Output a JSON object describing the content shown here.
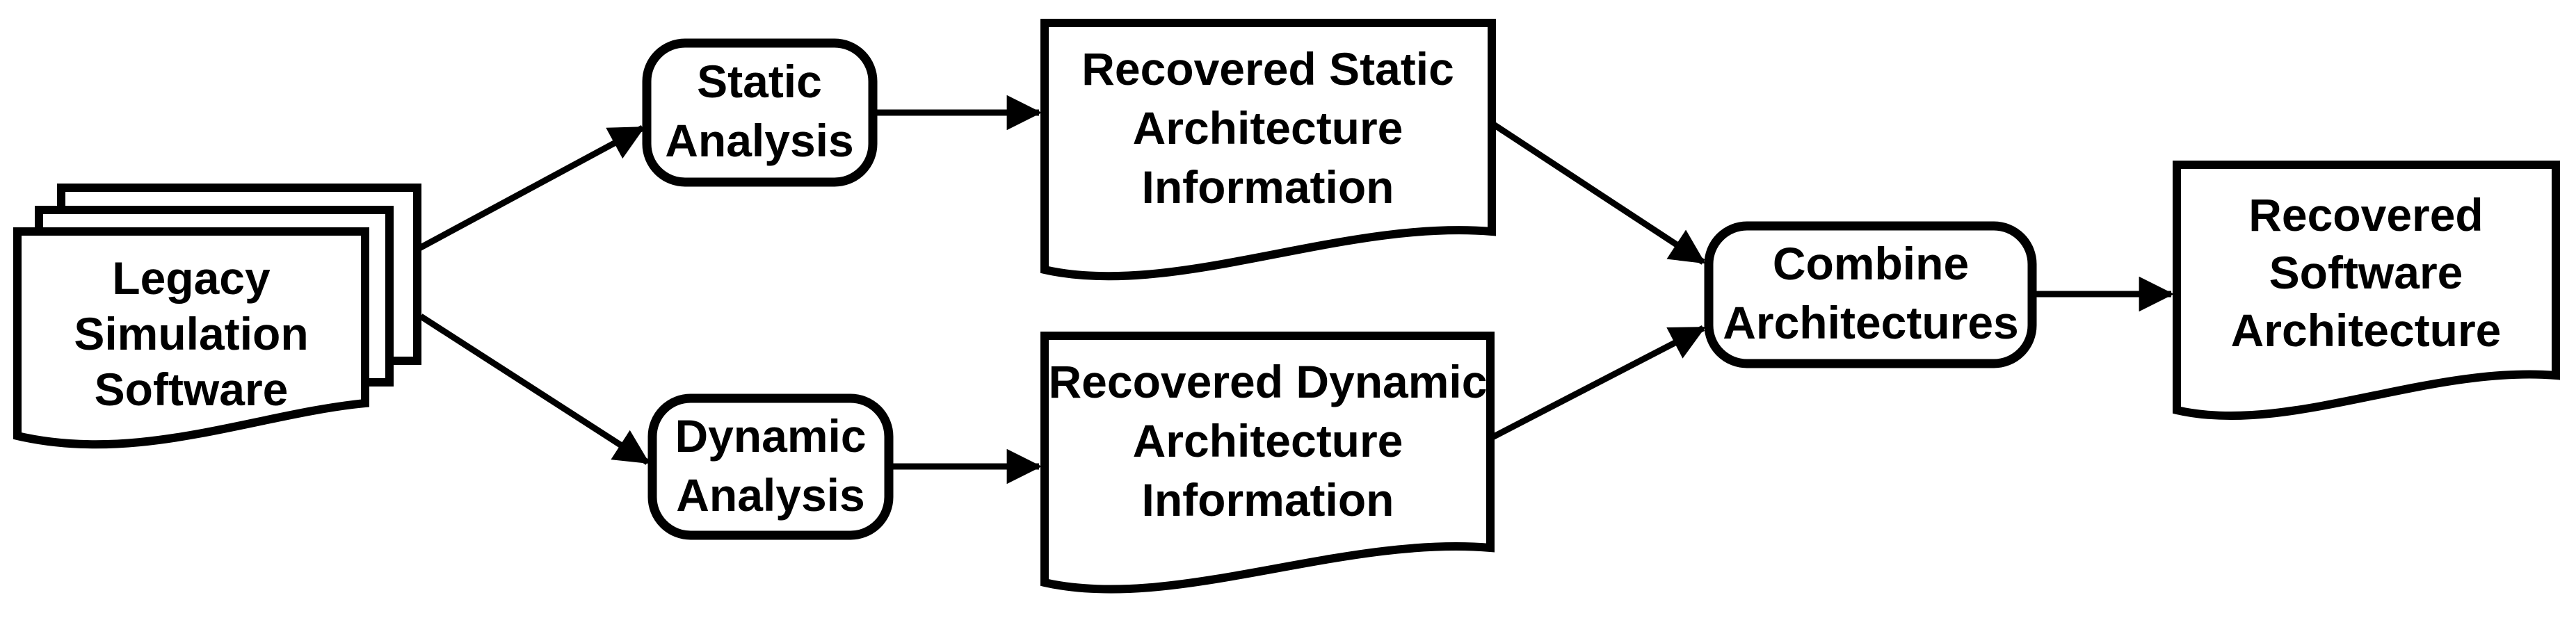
{
  "diagram": {
    "background_color": "#ffffff",
    "line_color": "#000000",
    "fill_color": "#ffffff",
    "nodes": {
      "legacy_software": {
        "shape": "stacked-documents",
        "lines": [
          "Legacy",
          "Simulation",
          "Software"
        ]
      },
      "static_analysis": {
        "shape": "rounded-process",
        "lines": [
          "Static",
          "Analysis"
        ]
      },
      "dynamic_analysis": {
        "shape": "rounded-process",
        "lines": [
          "Dynamic",
          "Analysis"
        ]
      },
      "recovered_static_info": {
        "shape": "document",
        "lines": [
          "Recovered Static",
          "Architecture",
          "Information"
        ]
      },
      "recovered_dynamic_info": {
        "shape": "document",
        "lines": [
          "Recovered Dynamic",
          "Architecture",
          "Information"
        ]
      },
      "combine_architectures": {
        "shape": "rounded-process",
        "lines": [
          "Combine",
          "Architectures"
        ]
      },
      "recovered_software_architecture": {
        "shape": "document",
        "lines": [
          "Recovered",
          "Software",
          "Architecture"
        ]
      }
    },
    "edges": [
      {
        "from": "legacy_software",
        "to": "static_analysis"
      },
      {
        "from": "legacy_software",
        "to": "dynamic_analysis"
      },
      {
        "from": "static_analysis",
        "to": "recovered_static_info"
      },
      {
        "from": "dynamic_analysis",
        "to": "recovered_dynamic_info"
      },
      {
        "from": "recovered_static_info",
        "to": "combine_architectures"
      },
      {
        "from": "recovered_dynamic_info",
        "to": "combine_architectures"
      },
      {
        "from": "combine_architectures",
        "to": "recovered_software_architecture"
      }
    ]
  }
}
